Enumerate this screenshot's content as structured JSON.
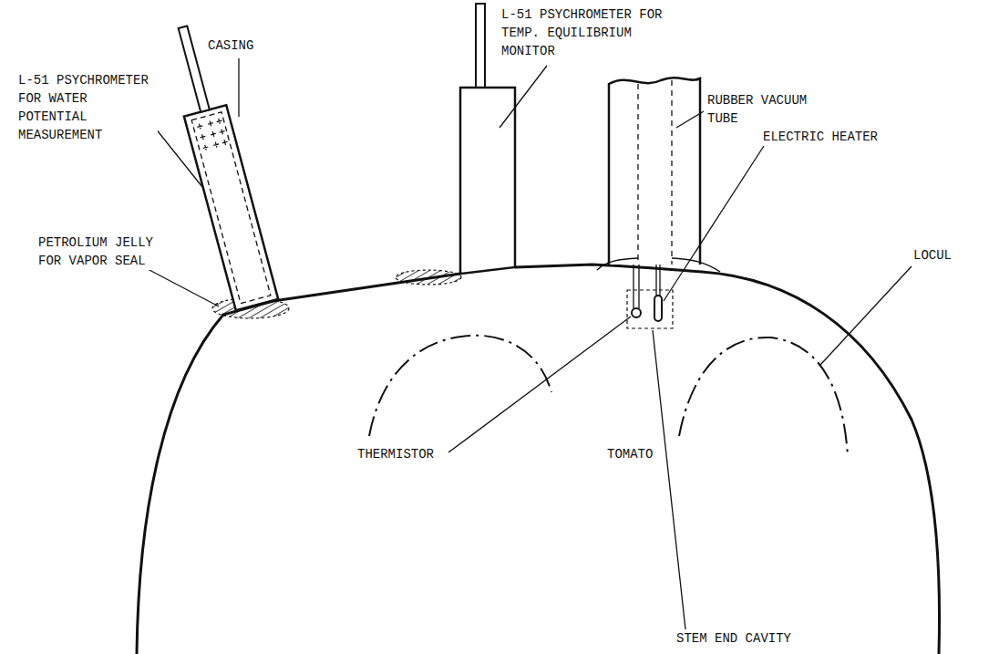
{
  "diagram": {
    "labels": [
      "CASING",
      "L-51 PSYCHROMETER FOR WATER POTENTIAL MEASUREMENT",
      "L-51 PSYCHROMETER FOR TEMP. EQUILIBRIUM MONITOR",
      "RUBBER VACUUM TUBE",
      "ELECTRIC HEATER",
      "PETROLIUM JELLY FOR VAPOR SEAL",
      "LOCUL",
      "THERMISTOR",
      "TOMATO",
      "STEM END CAVITY"
    ]
  }
}
